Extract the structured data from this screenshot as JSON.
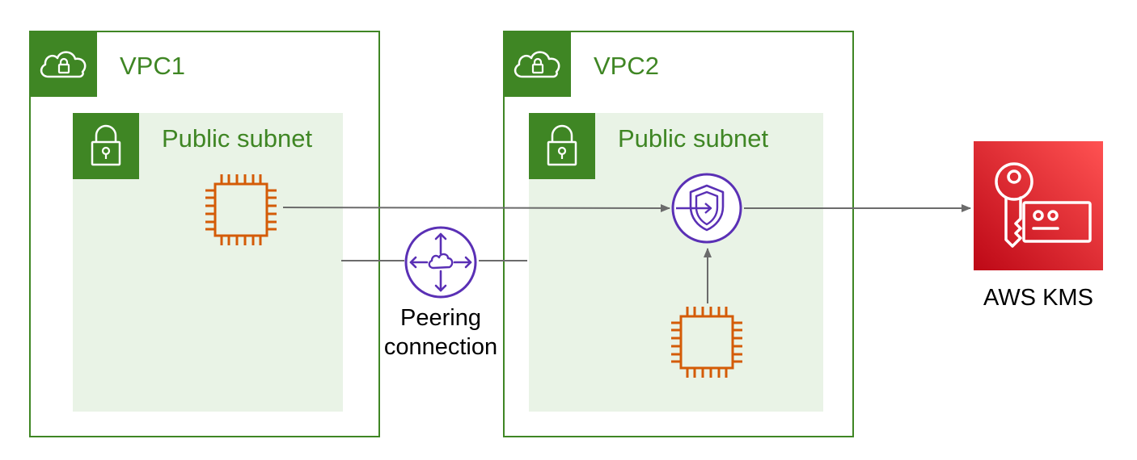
{
  "vpcs": [
    {
      "title": "VPC1",
      "subnet_title": "Public subnet"
    },
    {
      "title": "VPC2",
      "subnet_title": "Public subnet"
    }
  ],
  "peering": {
    "label_line1": "Peering",
    "label_line2": "connection"
  },
  "kms": {
    "label": "AWS KMS"
  },
  "icons": {
    "vpc": "cloud-lock-icon",
    "subnet": "padlock-icon",
    "instance": "ec2-instance-icon",
    "endpoint": "vpc-endpoint-shield-icon",
    "peering": "peering-connection-icon",
    "kms": "kms-key-icon"
  },
  "colors": {
    "vpc_green": "#3f8624",
    "subnet_fill": "#e9f3e6",
    "instance_orange": "#d45b07",
    "network_purple": "#5a30b5",
    "kms_red_dark": "#bd0816",
    "kms_red_light": "#ff5252",
    "connector_gray": "#6b6b6b"
  }
}
